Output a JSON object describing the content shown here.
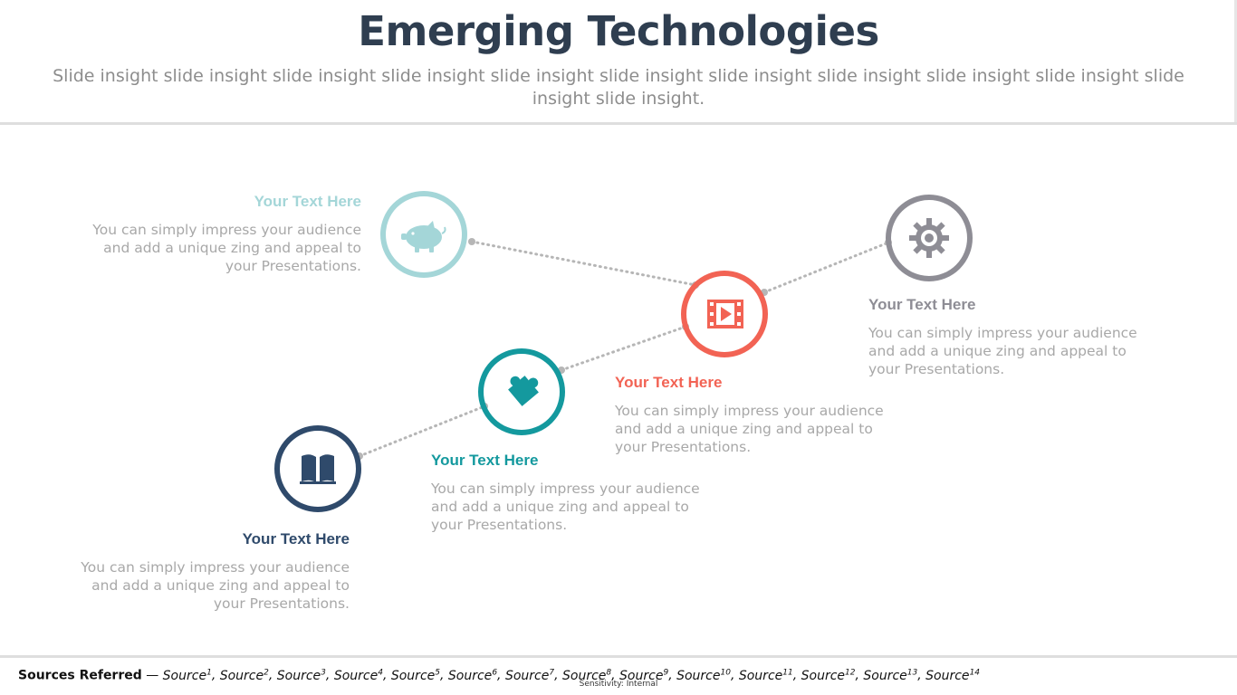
{
  "header": {
    "title": "Emerging Technologies",
    "subtitle": "Slide insight slide insight slide insight slide insight slide insight slide insight slide insight slide insight slide insight slide insight slide insight slide insight."
  },
  "colors": {
    "navy": "#2f4a6b",
    "teal": "#14999e",
    "coral": "#f26354",
    "light_teal": "#a4d6d8",
    "gray": "#8e8d95",
    "connector": "#b6b6b6"
  },
  "steps": [
    {
      "icon": "book-icon",
      "color": "navy",
      "heading": "Your Text Here",
      "body": "You can simply impress your audience and add a unique zing and appeal to your Presentations."
    },
    {
      "icon": "puzzle-icon",
      "color": "teal",
      "heading": "Your Text Here",
      "body": "You can simply impress your audience and add a unique zing and appeal to your Presentations."
    },
    {
      "icon": "video-icon",
      "color": "coral",
      "heading": "Your Text Here",
      "body": "You can simply impress your audience and add a unique zing and appeal to your Presentations."
    },
    {
      "icon": "piggy-bank-icon",
      "color": "light_teal",
      "heading": "Your Text Here",
      "body": "You can simply impress your audience and add a unique zing and appeal to your Presentations."
    },
    {
      "icon": "gear-icon",
      "color": "gray",
      "heading": "Your Text Here",
      "body": "You can simply impress your audience and add a unique zing and appeal to your Presentations."
    }
  ],
  "footer": {
    "label": "Sources Referred",
    "separator": " — ",
    "sources": [
      "Source",
      "Source",
      "Source",
      "Source",
      "Source",
      "Source",
      "Source",
      "Source",
      "Source",
      "Source",
      "Source",
      "Source",
      "Source",
      "Source"
    ],
    "superscripts": [
      "1",
      "2",
      "3",
      "4",
      "5",
      "6",
      "7",
      "8",
      "9",
      "10",
      "11",
      "12",
      "13",
      "14"
    ],
    "sensitivity": "Sensitivity: Internal"
  }
}
